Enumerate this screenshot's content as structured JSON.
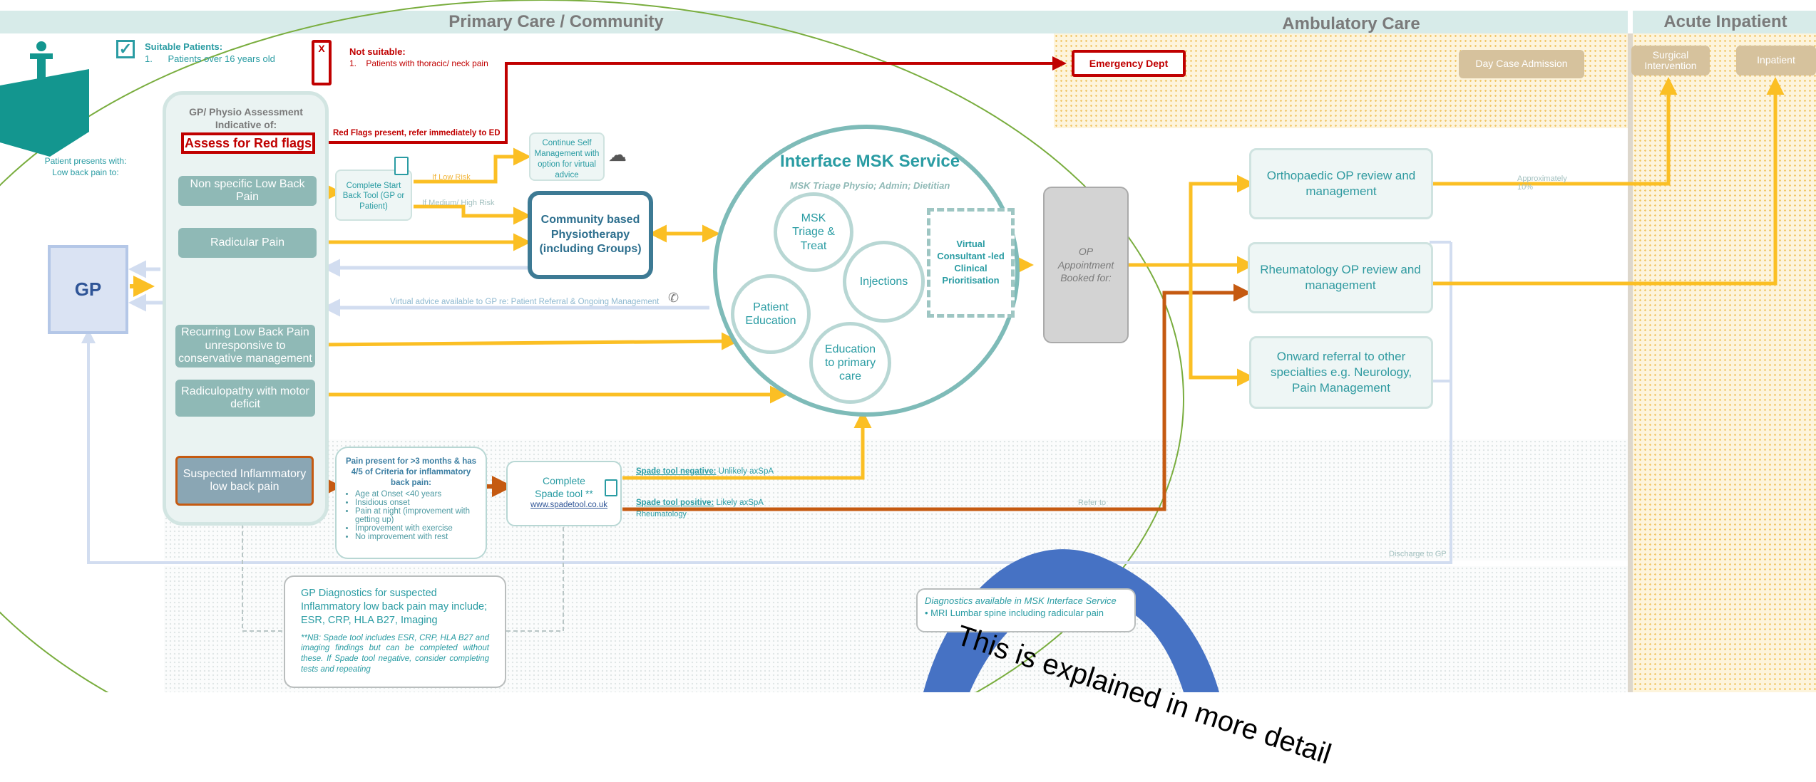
{
  "headers": {
    "primary": "Primary Care / Community",
    "ambulatory": "Ambulatory Care",
    "acute": "Acute Inpatient"
  },
  "left": {
    "suitable_title": "Suitable Patients:",
    "suitable_item": "Patients over 16 years old",
    "not_suitable_title": "Not suitable:",
    "not_suitable_item": "Patients with thoracic/ neck pain",
    "patient_presents": "Patient presents with:",
    "low_back_pain": "Low back pain to:",
    "gp": "GP"
  },
  "assessment": {
    "title_line1": "GP/ Physio Assessment",
    "title_line2": "Indicative of:",
    "red_flags": "Assess for Red flags",
    "red_flags_refer": "Red Flags present, refer immediately to ED",
    "nonspecific": "Non specific Low Back Pain",
    "radicular": "Radicular Pain",
    "recurring": "Recurring Low Back Pain unresponsive to conservative management",
    "radiculopathy": "Radiculopathy with motor deficit",
    "inflammatory": "Suspected Inflammatory low back pain"
  },
  "startback": {
    "label": "Complete Start Back Tool (GP or Patient)",
    "low_risk": "If Low Risk",
    "medium_high": "If Medium/ High Risk",
    "self_management": "Continue Self Management with option for virtual advice"
  },
  "community_physio": "Community based Physiotherapy (including Groups)",
  "virtual_advice": "Virtual advice available to GP re: Patient Referral & Ongoing Management",
  "msk": {
    "title": "Interface MSK Service",
    "subtitle": "MSK Triage Physio; Admin; Dietitian",
    "triage": "MSK Triage & Treat",
    "injections": "Injections",
    "patient_education": "Patient Education",
    "education_primary": "Education to primary care",
    "virtual_consultant": "Virtual Consultant -led Clinical Prioritisation"
  },
  "op_booked": "OP Appointment Booked for:",
  "emergency": "Emergency Dept",
  "ambulatory": {
    "orthopaedic": "Orthopaedic OP review and management",
    "rheumatology": "Rheumatology OP review and management",
    "onward": "Onward referral to other specialties e.g. Neurology, Pain Management",
    "day_case": "Day Case Admission",
    "approx": "Approximately 10%"
  },
  "acute": {
    "surgical": "Surgical Intervention",
    "inpatient": "Inpatient"
  },
  "criteria": {
    "title": "Pain present for >3 months & has 4/5 of Criteria for inflammatory back pain:",
    "items": [
      "Age at Onset <40 years",
      "Insidious onset",
      "Pain at night (improvement with getting up)",
      "Improvement with exercise",
      "No improvement with rest"
    ]
  },
  "spade": {
    "label": "Complete Spade tool **",
    "url": "www.spadetool.co.uk",
    "negative_bold": "Spade tool negative:",
    "negative_rest": "Unlikely axSpA",
    "positive_bold": "Spade tool positive:",
    "positive_rest": "Likely axSpA",
    "rheumatology": "Rheumatology",
    "refer_to": "Refer to"
  },
  "diagnostics": {
    "text": "GP Diagnostics for suspected Inflammatory low back pain may include; ESR, CRP, HLA B27, Imaging",
    "note": "**NB: Spade tool includes ESR, CRP, HLA B27 and imaging findings but can be completed without these. If Spade tool negative, consider completing tests and repeating"
  },
  "discharge": "Discharge to GP",
  "diag_msk": {
    "title": "Diagnostics available in MSK Interface Service",
    "item": "MRI Lumbar spine including radicular pain"
  },
  "overlay_text": "This is explained in more detail",
  "colors": {
    "teal": "#2a9ca3",
    "yellow": "#fbbf24",
    "red": "#c00000",
    "orange": "#c55a11",
    "pale_blue": "#d2ddf0"
  }
}
